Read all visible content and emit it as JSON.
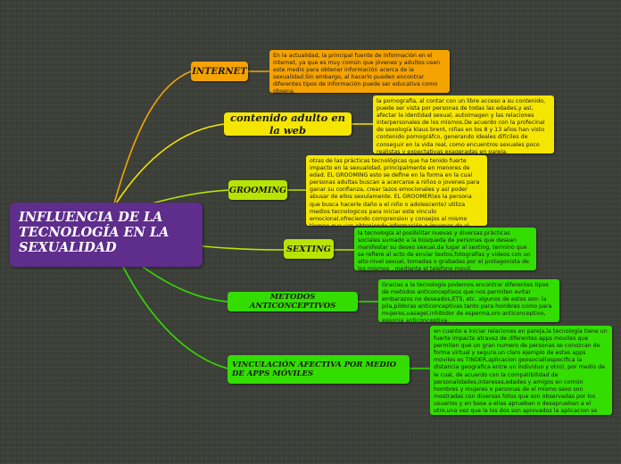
{
  "root": {
    "title": "INFLUENCIA DE LA TECNOLOGÍA EN LA SEXUALIDAD"
  },
  "topics": [
    {
      "label": "INTERNET",
      "description": "En la actualidad, la principal fuente de información en el internet, ya que es muy común que jóvenes y adultos usen este medio para obtener información acerca de la sexualidad.Sin embargo, al hacerlo pueden encontrar diferentes tipos de información puede ser educativa como obsena."
    },
    {
      "label": "contenido adulto en la web",
      "description": "la pornografia, al contar con un libre acceso a su contenido, puede ser vista por personas de todas las edades,y así, afectar la identidad sexual, autoimagen y las relaciones interpersonales de los mismos.De acuerdo con la profecinal de sexología klaus brent, niñas en los 8 y 13 años han visto contenido pornográfco, generando ideales difíciles de conseguir en la vida real, como encuentros sexuales poco realistas y expectativas exageradas en pareja."
    },
    {
      "label": "GROOMING",
      "description": "otras de las prácticas tecnológicas que ha tenido fuerte impacto en la sexualidad, principalmente en menores de edad. EL GROOMING esto se define en la forma en la cual personas adultas buscan a acercarse a niños o jovenes para ganar su confianza, crear lazos emocionales y así poder abusar de ellos sexulamente. EL GROOMER(es la persona que busca hacerle daño a el niño o adolescente) utiliza medios tecnologicos para iniciar este vinculo emocional,ofreciendo comprension y consejos al mismo tiempo que van obteniendo información o imagnes de el menor  en situaciones sexuales u pornograficas."
    },
    {
      "label": "SEXTING",
      "description": "la tecnología al posibilitar nuevas y diversas prácticas sociales sumado a la búsqueda de personas que desean manifestar su deseo sexual,da lugar al sexting, termino que se refiere al acto de enviar textos,fotografías y videos con un alto nivel sexual, tomadas o grabadas por el protagonista de los mismos , mediante el telefono movil."
    },
    {
      "label": "METODOS ANTICONCEPTIVOS",
      "description": "Gracias a la tecnología podemos encontrar diferentes tipos de metodos anticonceptivos que nos permiten evitar embarazos no deseados,ETS, etc. algunos de estos son: la pila,pildoras anticonceptivas tanto para hombres como para mujeres,vasagel,inhibidor de esperma,oro anticonceptivo, esponja anticonceptiva,"
    },
    {
      "label": "VINCULACIÓN AFECTIVA POR MEDIO DE APPS MÓVILES",
      "description": "en cuanto a iniciar relaciones en pareja,la tecnología tiene un fuerte impacto atravez de diferentes apps moviles que permiten que un gran numero de personas se conozcan de forma virtual y segura.un claro ejemplo de estas apps moviles es TINDER,aplicacion geosocial(especifica la distancia geografica entre un individuo y otro), por medio de le cual, de acuerdo con la compatibilidad de personalidades,intereses,edades y amigos en común hombres y mujeres o personas de el mismo sexo son mostradas con diversas fotos que son observadas por los usuarios y en base a ellas aprueban o desaprueban a el otro.una vez que la los dos son aprovados la aplicacion se necarga de ponerlos en contacto para que puedan conversar o tener citas."
    }
  ],
  "colors": {
    "background": "#3c4039",
    "root": "#5f2d8c",
    "orange": "#f5a300",
    "yellow": "#f5e600",
    "lime": "#b8e400",
    "green": "#33dd00"
  }
}
